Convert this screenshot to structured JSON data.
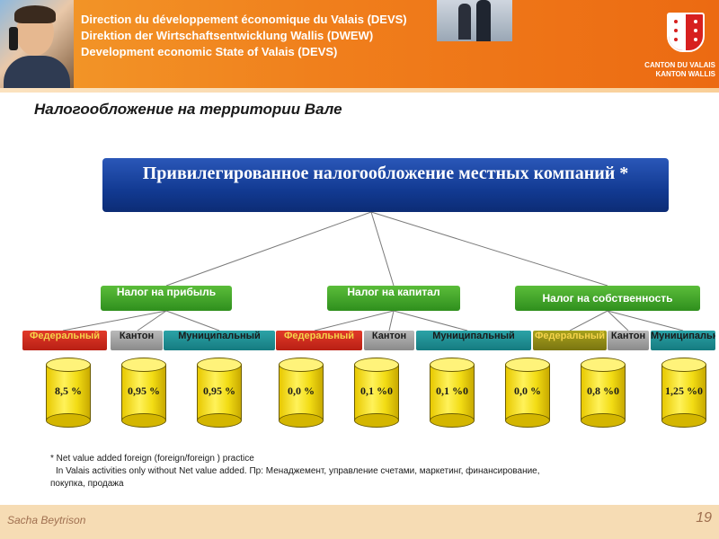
{
  "header": {
    "lines": [
      "Direction du développement économique du Valais (DEVS)",
      "Direktion der Wirtschaftsentwicklung Wallis (DWEW)",
      "Development economic State of Valais (DEVS)"
    ],
    "logo_line_1": "CANTON DU VALAIS",
    "logo_line_2": "KANTON WALLIS",
    "colors": {
      "header": "#f07f1c",
      "main_box": "#123a92",
      "green": "#3a9a24",
      "cylinder": "#f2dc14"
    }
  },
  "page_title": "Налогообложение на территории Вале",
  "diagram": {
    "main_box": "Привилегированное налогообложение местных компаний *",
    "groups": [
      {
        "label": "Налог на прибыль",
        "levels": [
          {
            "label": "Федеральный",
            "color": "red",
            "value": "8,5 %"
          },
          {
            "label": "Кантон",
            "color": "gray",
            "value": "0,95 %"
          },
          {
            "label": "Муниципальный",
            "color": "teal",
            "value": "0,95 %"
          }
        ]
      },
      {
        "label": "Налог на капитал",
        "levels": [
          {
            "label": "Федеральный",
            "color": "red",
            "value": "0,0 %"
          },
          {
            "label": "Кантон",
            "color": "gray",
            "value": "0,1 %0"
          },
          {
            "label": "Муниципальный",
            "color": "teal",
            "value": "0,1 %0"
          }
        ]
      },
      {
        "label": "Налог на собственность",
        "levels": [
          {
            "label": "Федеральный",
            "color": "olive",
            "value": "0,0 %"
          },
          {
            "label": "Кантон",
            "color": "gray",
            "value": "0,8 %0"
          },
          {
            "label": "Муниципальный",
            "color": "teal",
            "value": "1,25 %0"
          }
        ]
      }
    ]
  },
  "footnote": {
    "line_1": "* Net value added foreign (foreign/foreign ) practice",
    "line_2": "In Valais  activities only without Net value added. Пр: Менаджемент, управление счетами, маркетинг, финансирование,",
    "line_3": "покупка, продажа"
  },
  "footer": {
    "author": "Sacha Beytrison",
    "page": "19"
  }
}
